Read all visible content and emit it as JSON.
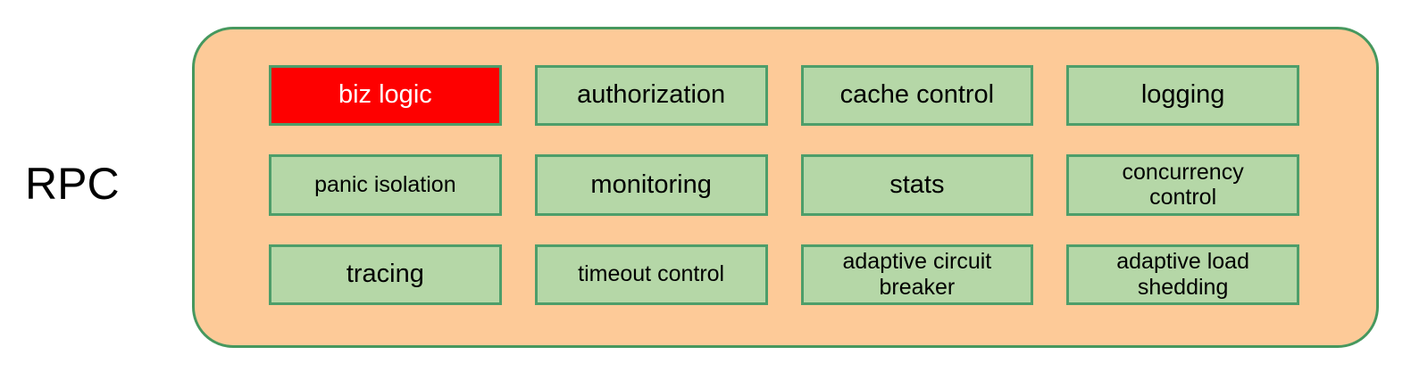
{
  "diagram": {
    "side_label": "RPC"
  },
  "boxes": [
    {
      "label": "biz logic",
      "variant": "highlight"
    },
    {
      "label": "authorization",
      "variant": "normal"
    },
    {
      "label": "cache control",
      "variant": "normal"
    },
    {
      "label": "logging",
      "variant": "normal"
    },
    {
      "label": "panic isolation",
      "variant": "small"
    },
    {
      "label": "monitoring",
      "variant": "normal"
    },
    {
      "label": "stats",
      "variant": "normal"
    },
    {
      "label": "concurrency\ncontrol",
      "variant": "small"
    },
    {
      "label": "tracing",
      "variant": "normal"
    },
    {
      "label": "timeout control",
      "variant": "small"
    },
    {
      "label": "adaptive circuit\nbreaker",
      "variant": "small"
    },
    {
      "label": "adaptive load\nshedding",
      "variant": "small"
    }
  ],
  "colors": {
    "container_fill": "#fdca98",
    "container_border": "#46985e",
    "box_fill": "#b5d7a7",
    "box_border": "#4d9e6a",
    "highlight_fill": "#fe0000",
    "highlight_text": "#ffffff",
    "text": "#000000"
  }
}
